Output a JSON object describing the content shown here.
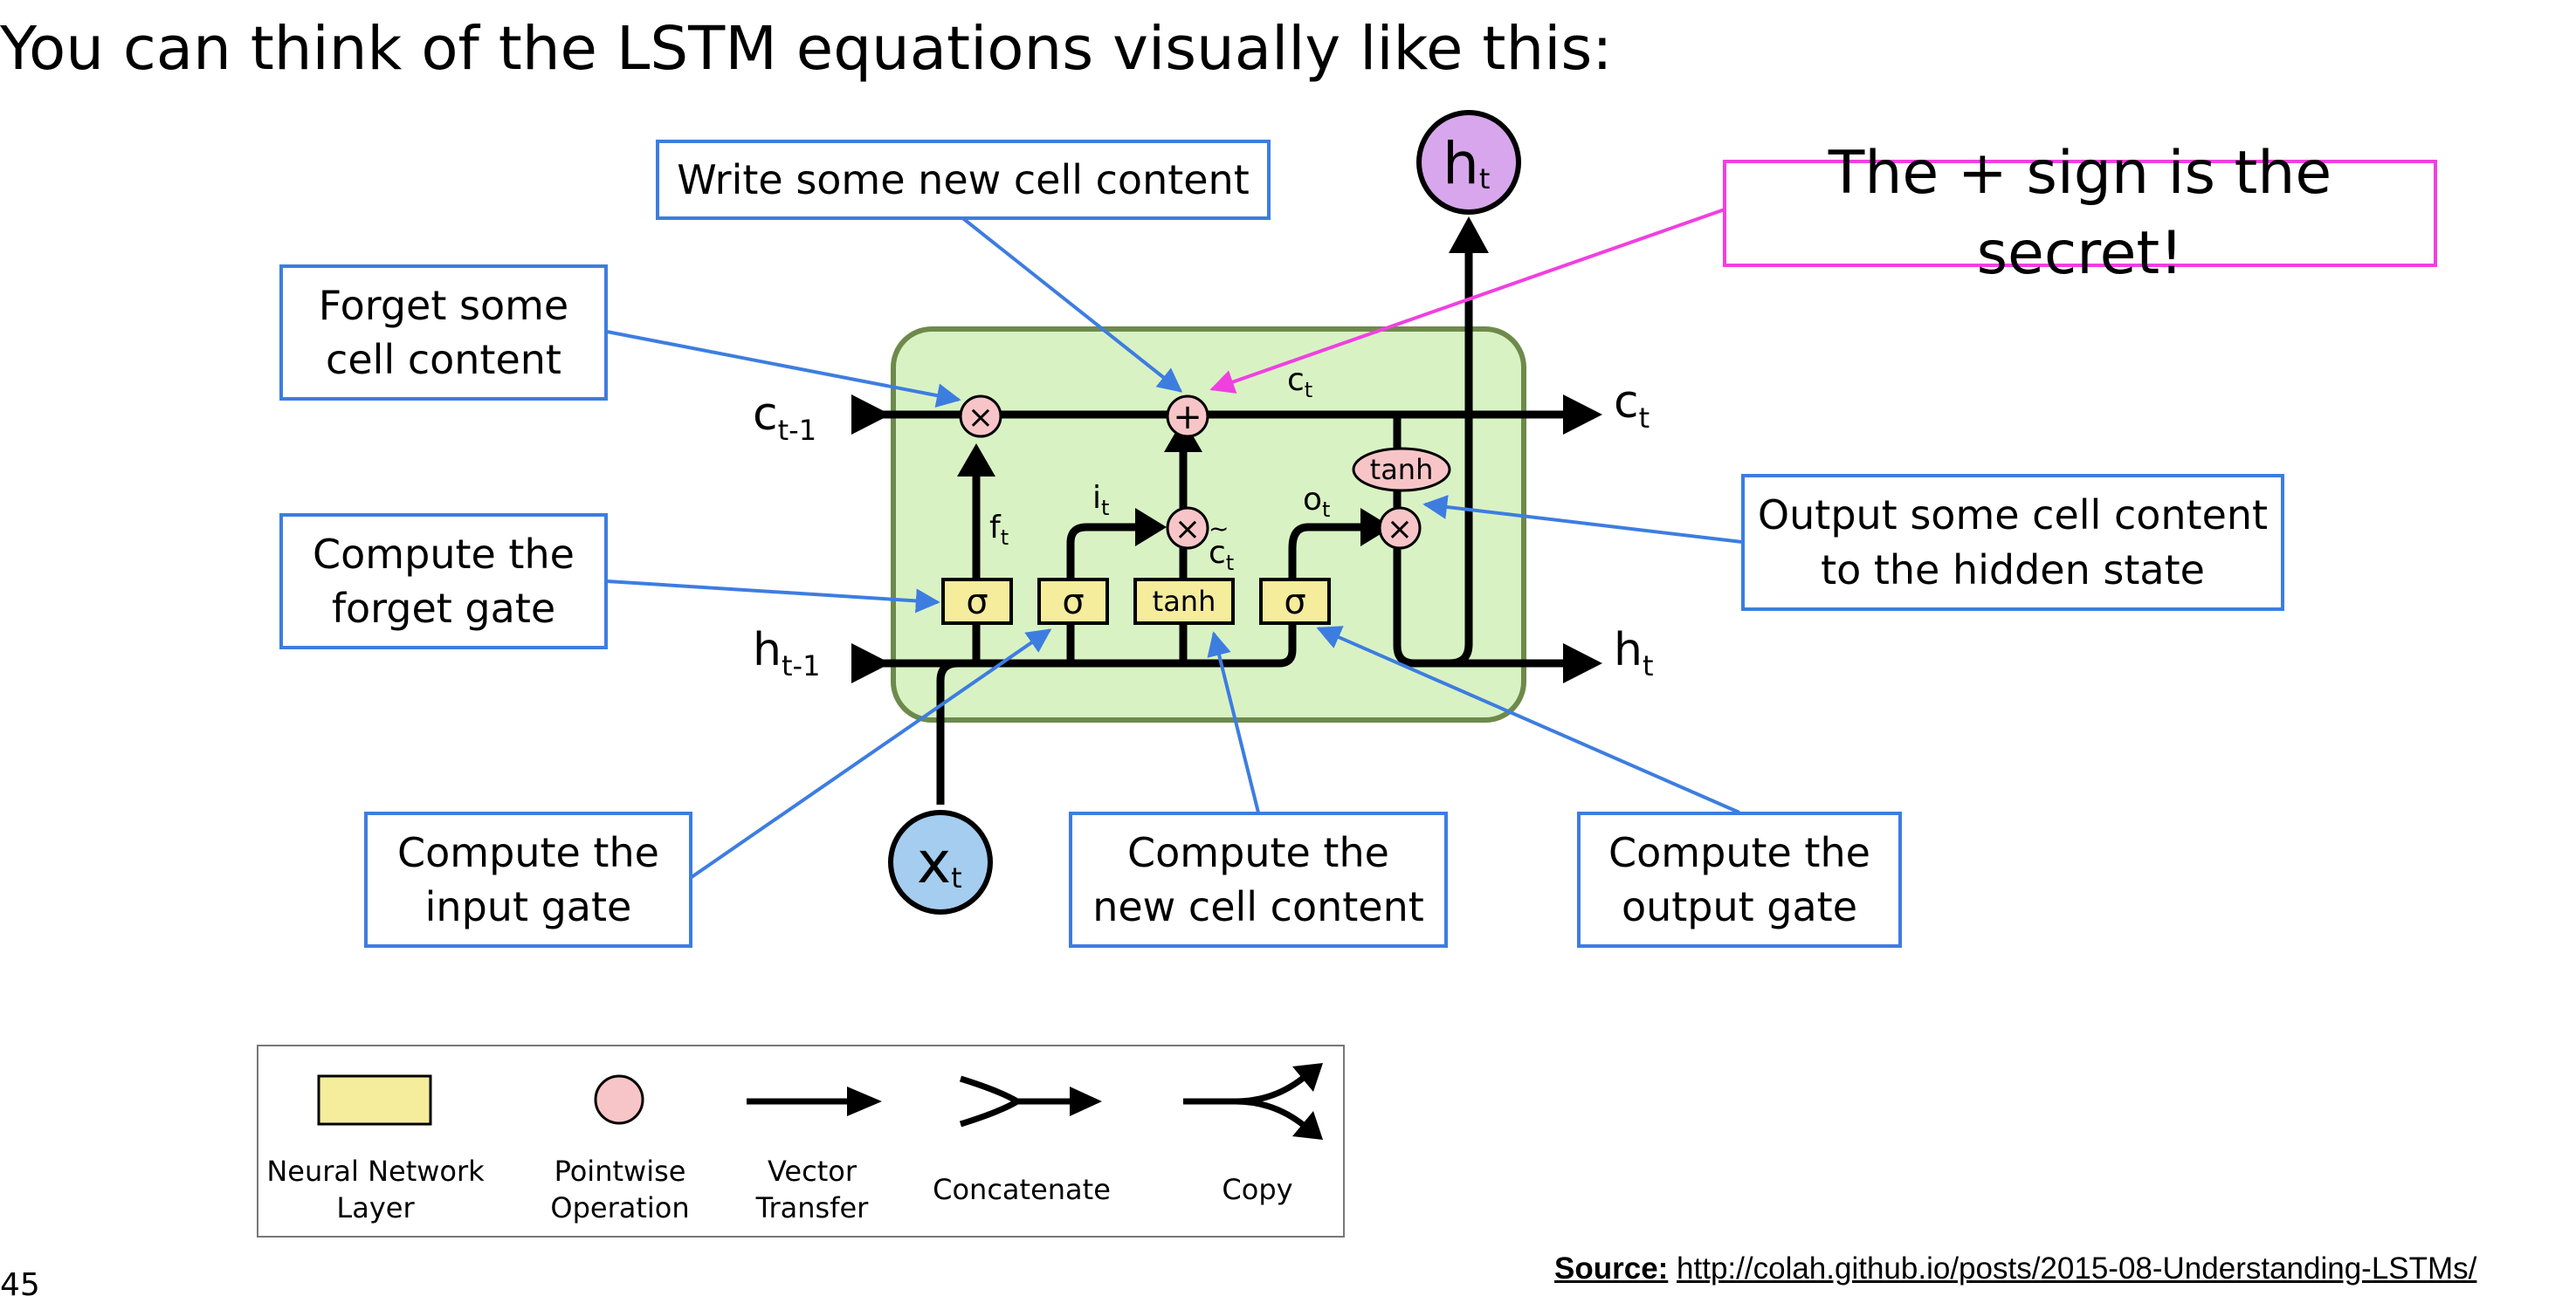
{
  "title": "You can think of the LSTM equations visually like this:",
  "annotations": {
    "write": [
      "Write some new cell content"
    ],
    "forget_content": [
      "Forget some",
      "cell content"
    ],
    "forget_gate": [
      "Compute the",
      "forget gate"
    ],
    "input_gate": [
      "Compute the",
      "input gate"
    ],
    "new_content": [
      "Compute the",
      "new cell content"
    ],
    "output_gate": [
      "Compute the",
      "output gate"
    ],
    "output_content": [
      "Output some cell content",
      "to the hidden state"
    ],
    "secret": [
      "The + sign is the secret!"
    ]
  },
  "cell": {
    "c_prev": {
      "base": "c",
      "sub": "t-1"
    },
    "h_prev": {
      "base": "h",
      "sub": "t-1"
    },
    "c_out": {
      "base": "c",
      "sub": "t"
    },
    "h_out": {
      "base": "h",
      "sub": "t"
    },
    "c_inner": {
      "base": "c",
      "sub": "t"
    },
    "f_label": {
      "base": "f",
      "sub": "t"
    },
    "i_label": {
      "base": "i",
      "sub": "t"
    },
    "o_label": {
      "base": "o",
      "sub": "t"
    },
    "ctilde_label": {
      "base": "c",
      "sub": "t",
      "accent": "~"
    },
    "x_node": {
      "base": "x",
      "sub": "t"
    },
    "h_node": {
      "base": "h",
      "sub": "t"
    },
    "sigma": "σ",
    "tanh": "tanh",
    "times": "×",
    "plus": "+"
  },
  "legend": {
    "items": [
      [
        "Neural Network",
        "Layer"
      ],
      [
        "Pointwise",
        "Operation"
      ],
      [
        "Vector",
        "Transfer"
      ],
      [
        "Concatenate"
      ],
      [
        "Copy"
      ]
    ]
  },
  "slide_number": "45",
  "source": {
    "label": "Source:",
    "url": "http://colah.github.io/posts/2015-08-Understanding-LSTMs/"
  },
  "colors": {
    "annotation_border": "#3d7de0",
    "secret_border": "#f040e0",
    "cell_fill": "#d9f2c4",
    "cell_border": "#6d8a4b",
    "layer_fill": "#f5ec9c",
    "pointwise_fill": "#f7c5c8",
    "x_node_fill": "#a4cdef",
    "h_node_fill": "#d8a6ec"
  }
}
